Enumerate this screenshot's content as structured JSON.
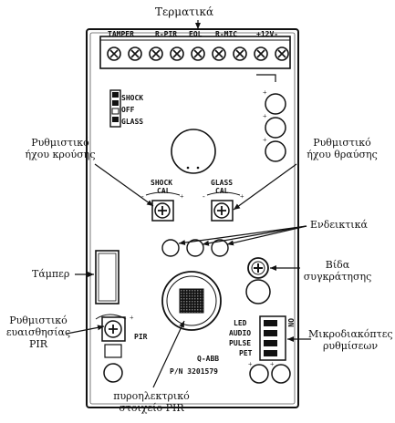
{
  "callouts": {
    "terminals": "Τερματικά",
    "shock_adjust": [
      "Ρυθμιστικό",
      "ήχου κρούσης"
    ],
    "glass_adjust": [
      "Ρυθμιστικό",
      "ήχου θραύσης"
    ],
    "indicators": "Ενδεικτικά",
    "tamper": "Τάμπερ",
    "screw": [
      "Βίδα",
      "συγκράτησης"
    ],
    "pir_sensitivity": [
      "Ρυθμιστικό",
      "ευαισθησίας",
      "PIR"
    ],
    "dip_switches": [
      "Μικροδιακόπτες",
      "ρυθμίσεων"
    ],
    "pir_element": [
      "πυροηλεκτρικό",
      "στοιχείο PIR"
    ]
  },
  "board": {
    "terminal_labels": [
      "TAMPER",
      "R-PIR",
      "EOL",
      "R-MIC",
      "+12V-"
    ],
    "mode_labels": [
      "SHOCK",
      "OFF",
      "GLASS"
    ],
    "shock_cal": [
      "SHOCK",
      "CAL"
    ],
    "glass_cal": [
      "GLASS",
      "CAL"
    ],
    "pir_label": "PIR",
    "switch_labels": [
      "LED",
      "AUDIO",
      "PULSE",
      "PET"
    ],
    "switch_on": "ON",
    "model": "Q-ABB",
    "part_number": "P/N 3201579"
  }
}
